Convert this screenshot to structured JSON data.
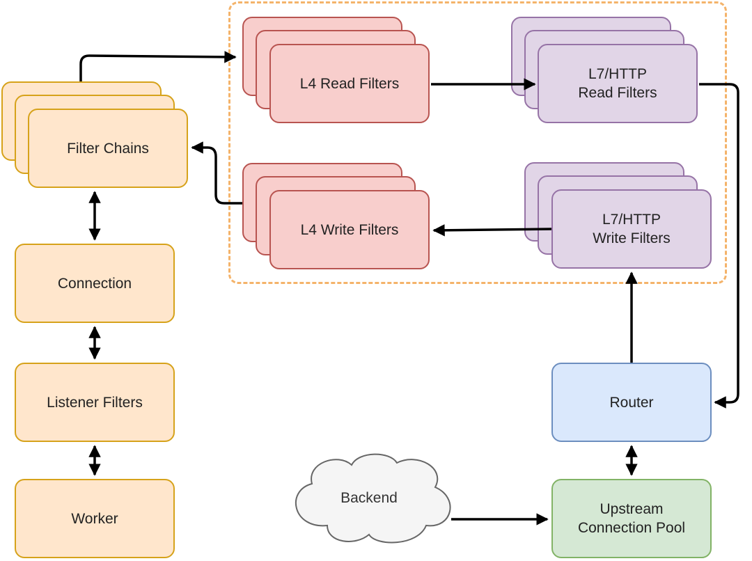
{
  "nodes": {
    "filter_chains": "Filter Chains",
    "connection": "Connection",
    "listener_filters": "Listener Filters",
    "worker": "Worker",
    "l4_read_filters": "L4 Read Filters",
    "l4_write_filters": "L4 Write Filters",
    "l7_read_filters": "L7/HTTP\nRead Filters",
    "l7_write_filters": "L7/HTTP\nWrite Filters",
    "router": "Router",
    "upstream_pool": "Upstream\nConnection Pool",
    "backend": "Backend"
  },
  "colors": {
    "orange_fill": "#ffe6cc",
    "orange_border": "#d6a21a",
    "red_fill": "#f8cecc",
    "red_border": "#b85450",
    "purple_fill": "#e1d5e7",
    "purple_border": "#9673a6",
    "blue_fill": "#dae8fc",
    "blue_border": "#6c8ebf",
    "green_fill": "#d5e8d4",
    "green_border": "#82b366",
    "group_dash": "#f4b36a",
    "arrow": "#000000"
  }
}
